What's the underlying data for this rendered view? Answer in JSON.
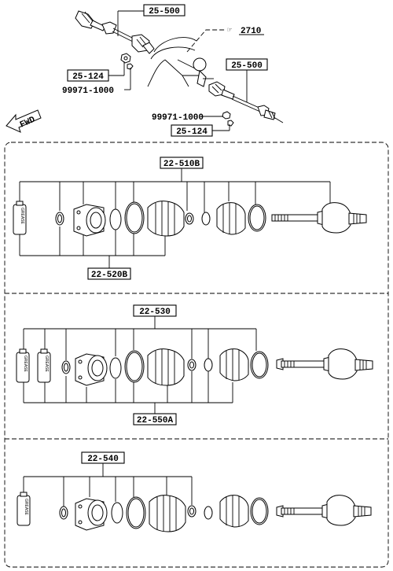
{
  "labels": {
    "top_shaft_left": "25-500",
    "reference": "2710",
    "reference_prefix": "☞",
    "top_shaft_right": "25-500",
    "nut_left": "25-124",
    "bolt_left": "99971-1000",
    "bolt_right": "99971-1000",
    "nut_right": "25-124",
    "fwd": "FWD",
    "set1_top": "22-510B",
    "set1_bottom": "22-520B",
    "set2_top": "22-530",
    "set2_bottom": "22-550A",
    "set3_top": "22-540"
  },
  "grease_text": "GREASE"
}
